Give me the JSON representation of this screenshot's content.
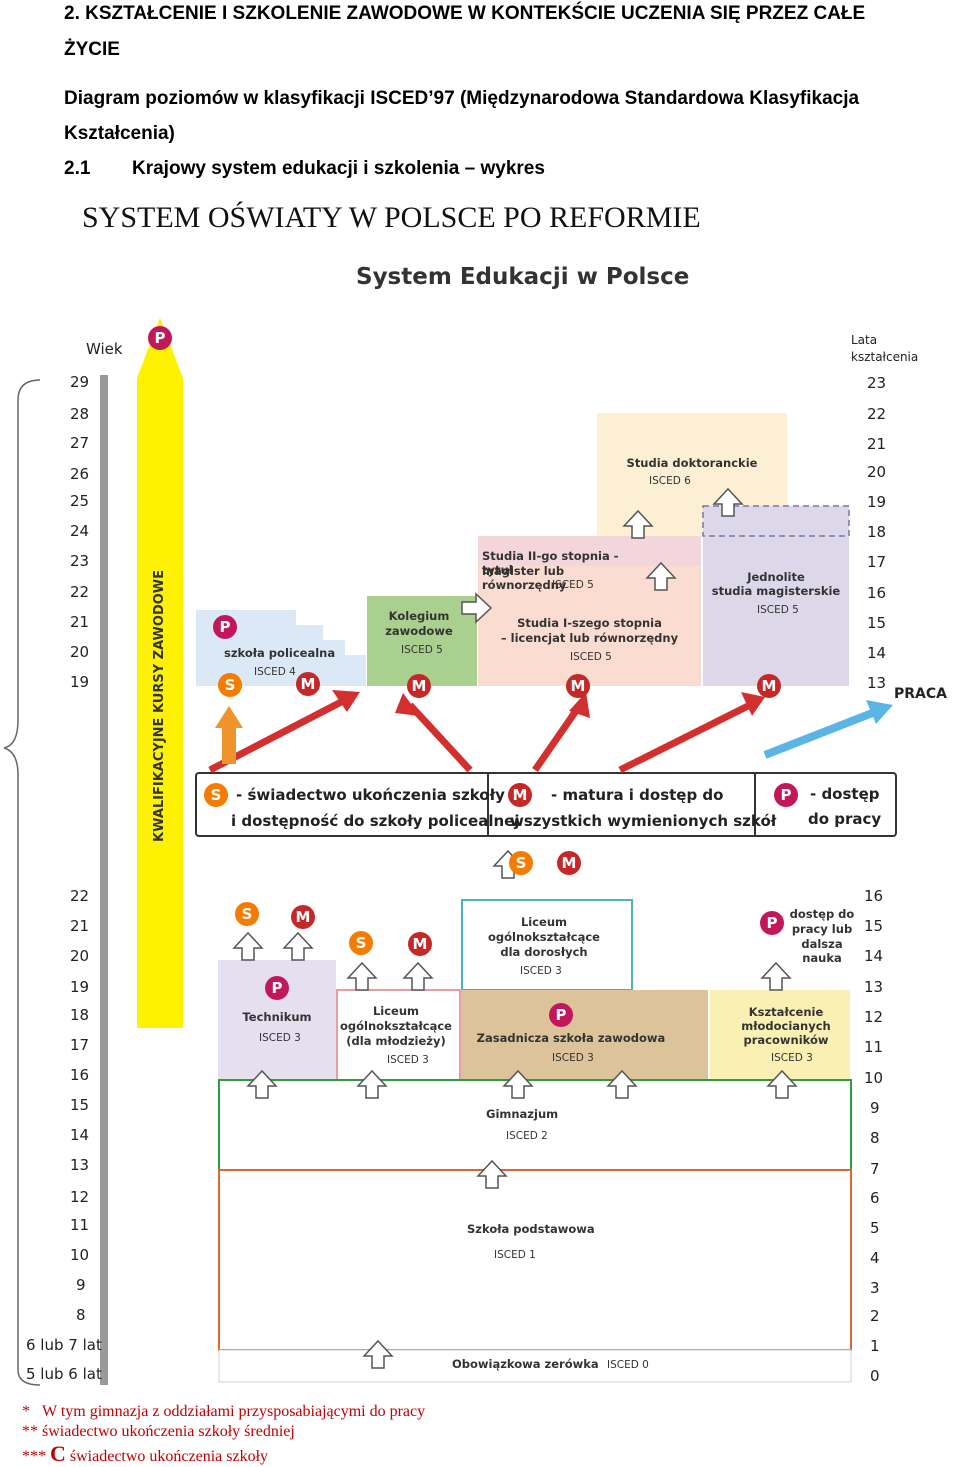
{
  "header": {
    "line1": "2. KSZTAŁCENIE I SZKOLENIE ZAWODOWE W KONTEKŚCIE UCZENIA SIĘ PRZEZ CAŁE",
    "line2": "ŻYCIE",
    "line3": "Diagram poziomów w klasyfikacji ISCED’97 (Międzynarodowa Standardowa Klasyfikacja",
    "line4": "Kształcenia)",
    "section_num": "2.1",
    "section_title": "Krajowy system edukacji i szkolenia – wykres",
    "serif_title": "SYSTEM OŚWIATY W POLSCE PO REFORMIE"
  },
  "diagram": {
    "title": "System Edukacji w Polsce",
    "age_label": "Wiek",
    "years_label_1": "Lata",
    "years_label_2": "kształcenia",
    "vertical_label": "KWALIFIKACYJNE KURSY ZAWODOWE",
    "work_label": "PRACA",
    "ages_top": [
      "29",
      "28",
      "27",
      "26",
      "25",
      "24",
      "23",
      "22",
      "21",
      "20",
      "19"
    ],
    "years_top": [
      "23",
      "22",
      "21",
      "20",
      "19",
      "18",
      "17",
      "16",
      "15",
      "14",
      "13"
    ],
    "ages_bottom": [
      "22",
      "21",
      "20",
      "19",
      "18",
      "17",
      "16",
      "15",
      "14",
      "13",
      "12",
      "11",
      "10",
      "9",
      "8",
      "6 lub 7 lat",
      "5 lub 6 lat"
    ],
    "years_bottom": [
      "16",
      "15",
      "14",
      "13",
      "12",
      "11",
      "10",
      "9",
      "8",
      "7",
      "6",
      "5",
      "4",
      "3",
      "2",
      "1",
      "0"
    ],
    "badges": {
      "P": "P",
      "M": "M",
      "S": "S"
    },
    "boxes": {
      "doktoranckie": {
        "title": "Studia doktoranckie",
        "isced": "ISCED 6"
      },
      "magister": {
        "title_1": "Studia II-go stopnia - tytuł",
        "title_2": "magister lub równorzędny",
        "isced": "ISCED 5"
      },
      "licencjat": {
        "title_1": "Studia I-szego stopnia",
        "title_2": "– licencjat lub równorzędny",
        "isced": "ISCED 5"
      },
      "jednolite": {
        "title_1": "Jednolite",
        "title_2": "studia magisterskie",
        "isced": "ISCED 5"
      },
      "kolegium": {
        "title_1": "Kolegium",
        "title_2": "zawodowe",
        "isced": "ISCED 5"
      },
      "policealna": {
        "title": "szkoła policealna",
        "isced": "ISCED 4"
      },
      "technikum": {
        "title": "Technikum",
        "isced": "ISCED 3"
      },
      "liceum_mlodziez": {
        "title_1": "Liceum",
        "title_2": "ogólnokształcące",
        "title_3": "(dla młodzieży)",
        "isced": "ISCED 3"
      },
      "liceum_dorosli": {
        "title_1": "Liceum",
        "title_2": "ogólnokształcące",
        "title_3": "dla dorosłych",
        "isced": "ISCED 3"
      },
      "zasadnicza": {
        "title": "Zasadnicza szkoła zawodowa",
        "isced": "ISCED 3"
      },
      "mlodociani": {
        "title_1": "Kształcenie",
        "title_2": "młodocianych",
        "title_3": "pracowników",
        "isced": "ISCED 3"
      },
      "dostep": {
        "title_1": "dostęp do",
        "title_2": "pracy lub",
        "title_3": "dalsza nauka"
      },
      "gimnazjum": {
        "title": "Gimnazjum",
        "isced": "ISCED 2"
      },
      "podstawowa": {
        "title": "Szkoła podstawowa",
        "isced": "ISCED 1"
      },
      "zerowka": {
        "title": "Obowiązkowa zerówka",
        "isced": "ISCED 0"
      }
    },
    "legend": {
      "s_1": "- świadectwo ukończenia szkoły",
      "s_2": "i dostępność do szkoły policealnej",
      "m_1": "- matura i dostęp do",
      "m_2": "wszystkich wymienionych szkół",
      "p_1": "- dostęp",
      "p_2": "do pracy"
    }
  },
  "footnotes": {
    "f1_mark": "*",
    "f1_text": "W tym gimnazja z oddziałami przysposabiającymi do pracy",
    "f2_mark": "**",
    "f2_text": "świadectwo ukończenia szkoły średniej",
    "f3_mark": "***",
    "f3_c": "C",
    "f3_text": "świadectwo ukończenia szkoły"
  },
  "colors": {
    "yellow_arrow": "#fff200",
    "doktoranckie": "#fcefd3",
    "studia": "#fbdcd0",
    "jednolite": "#dcd8ea",
    "kolegium": "#a9d08e",
    "policealna": "#dbe9f6",
    "technikum": "#e6dff0",
    "zasadnicza": "#dcc39a",
    "mlodociani": "#fbf0b3",
    "gimnazjum_border": "#2e9e3f",
    "podstawowa_border": "#e06535",
    "liceum_dorosli_border": "#4fb3bf",
    "red_arrow": "#d32f2f",
    "work_arrow": "#5ab4e5"
  }
}
